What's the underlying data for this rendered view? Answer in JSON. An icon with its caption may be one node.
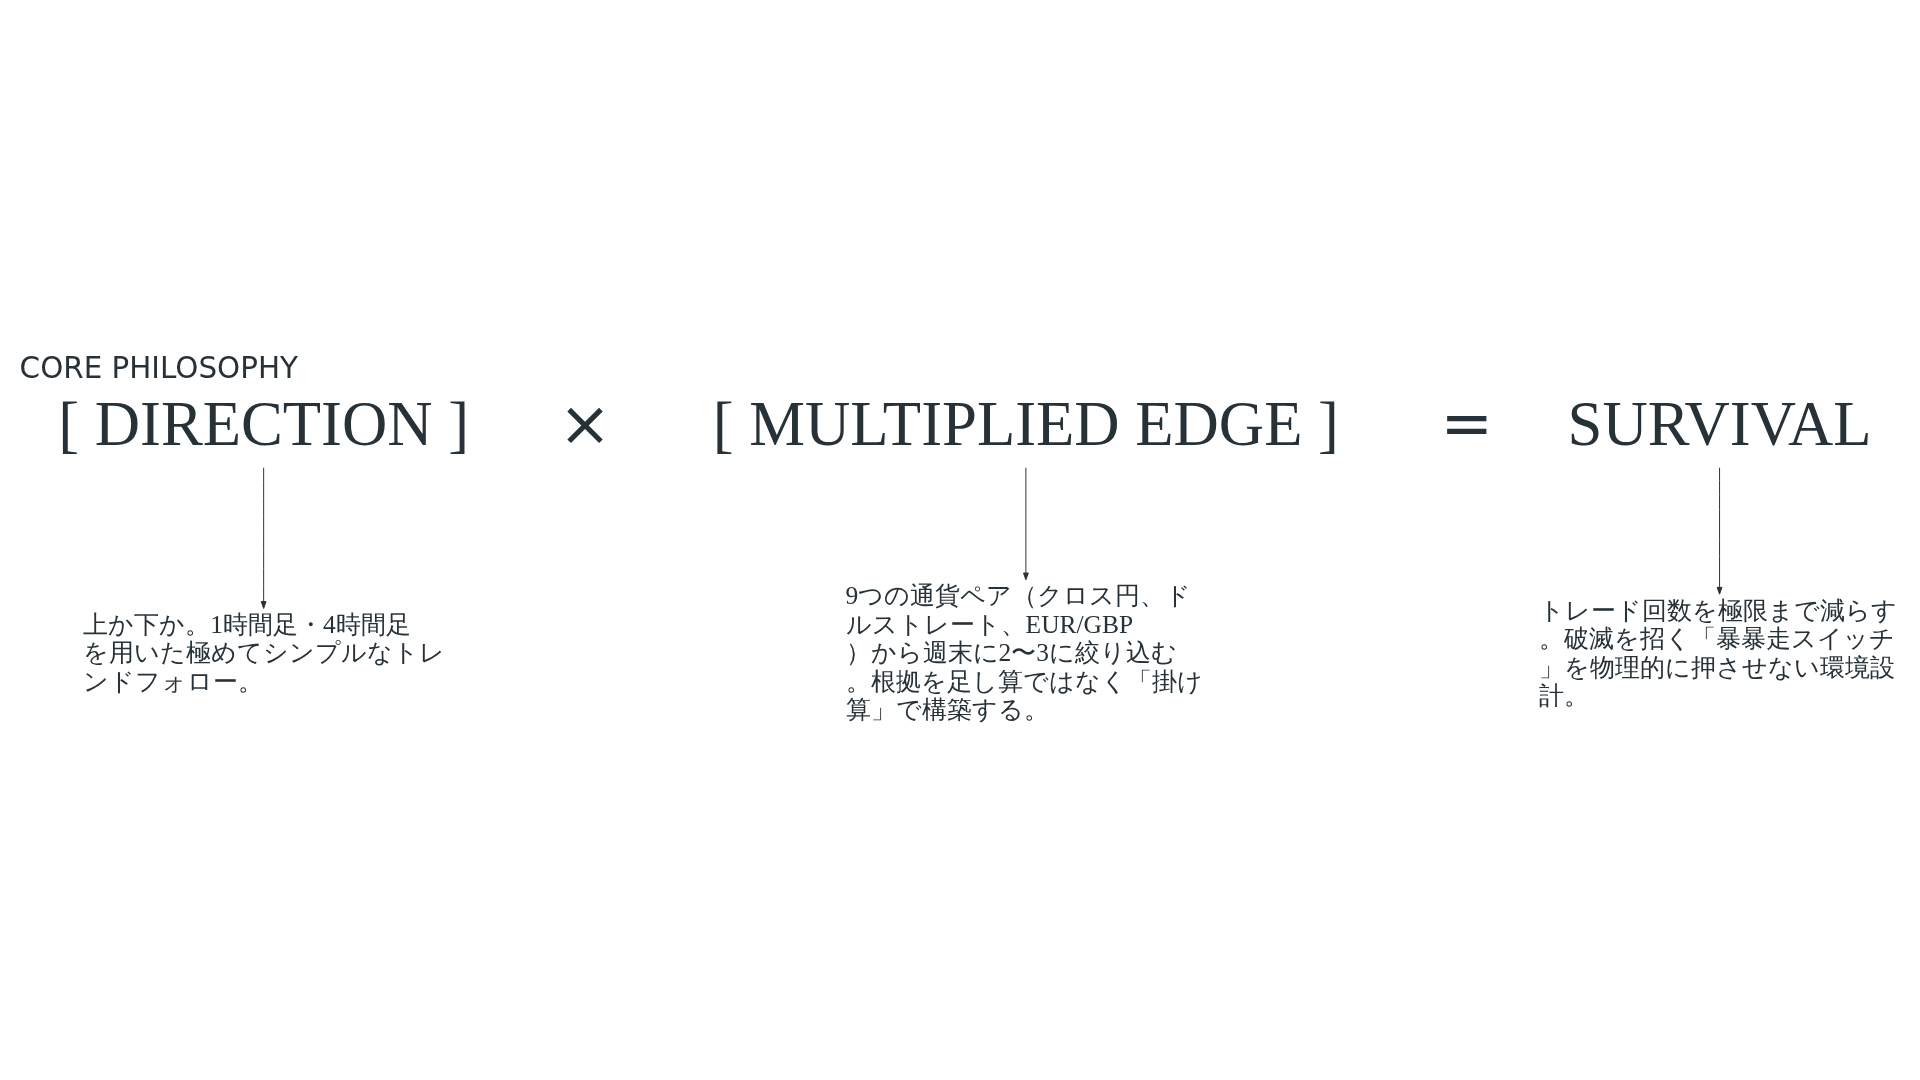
{
  "diagram": {
    "title": "CORE PHILOSOPHY",
    "nodes": [
      {
        "text": [
          "[ DIRECTION ]"
        ]
      },
      {
        "text": [
          "[ MULTIPLIED EDGE ]"
        ]
      },
      {
        "text": [
          "SURVIVAL"
        ]
      },
      {
        "text": [
          "上か下か。1時間足・4時間足を用いた極めてシンプルなトレンドフォロー。"
        ]
      },
      {
        "text": [
          "9つの通貨ペア（クロス円、ドルストレート、EUR/GBP）から週末に2〜3に絞り込む。根拠を足し算ではなく「掛け算」で構築する。"
        ]
      },
      {
        "text": [
          "トレード回数を極限まで減らす。破滅を招く「暴暴走スイッチ」を物理的に押させない環境設計。"
        ]
      }
    ],
    "edges": [
      {
        "from": 0,
        "to": 3,
        "arrow": "to"
      },
      {
        "from": 1,
        "to": 4,
        "arrow": "to"
      },
      {
        "from": 2,
        "to": 5,
        "arrow": "to"
      }
    ],
    "labels": [
      "×",
      "="
    ]
  }
}
